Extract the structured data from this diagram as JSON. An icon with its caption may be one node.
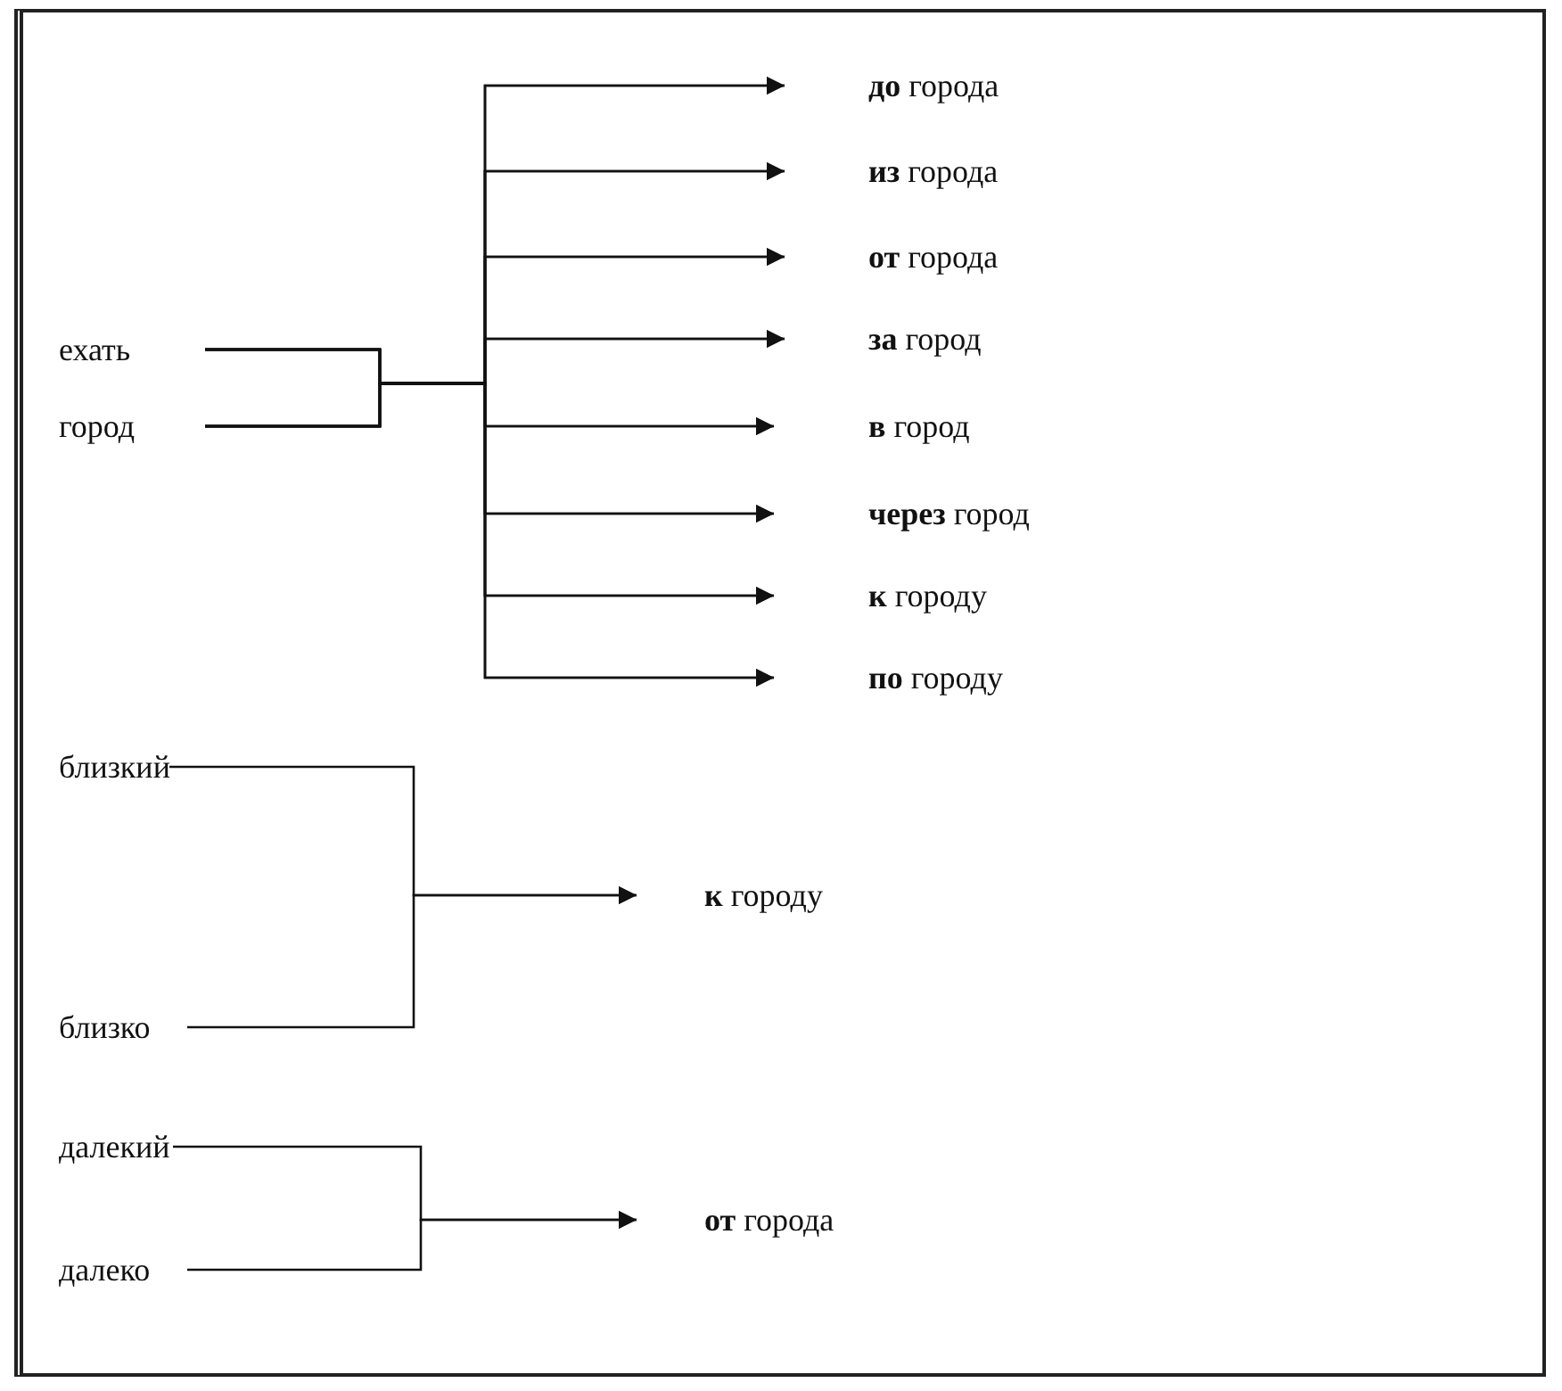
{
  "diagram": {
    "nodes": [
      {
        "text": [
          "ехать"
        ]
      },
      {
        "text": [
          "город"
        ]
      },
      {
        "text": [
          "**до** города"
        ]
      },
      {
        "text": [
          "**из** города"
        ]
      },
      {
        "text": [
          "**от** города"
        ]
      },
      {
        "text": [
          "**за** город"
        ]
      },
      {
        "text": [
          "**в** город"
        ]
      },
      {
        "text": [
          "**через** город"
        ]
      },
      {
        "text": [
          "**к** городу"
        ]
      },
      {
        "text": [
          "**по** городу"
        ]
      },
      {
        "text": [
          "близкий"
        ]
      },
      {
        "text": [
          "близко"
        ]
      },
      {
        "text": [
          "**к** городу"
        ]
      },
      {
        "text": [
          "далекий"
        ]
      },
      {
        "text": [
          "далеко"
        ]
      },
      {
        "text": [
          "**от** города"
        ]
      }
    ],
    "edges": [
      {
        "from": 0,
        "to": 2,
        "arrow": "to"
      },
      {
        "from": 0,
        "to": 3,
        "arrow": "to"
      },
      {
        "from": 0,
        "to": 4,
        "arrow": "to"
      },
      {
        "from": 0,
        "to": 5,
        "arrow": "to"
      },
      {
        "from": 0,
        "to": 6,
        "arrow": "to"
      },
      {
        "from": 0,
        "to": 7,
        "arrow": "to"
      },
      {
        "from": 0,
        "to": 8,
        "arrow": "to"
      },
      {
        "from": 0,
        "to": 9,
        "arrow": "to"
      },
      {
        "from": 1,
        "to": 2,
        "arrow": "to"
      },
      {
        "from": 1,
        "to": 3,
        "arrow": "to"
      },
      {
        "from": 1,
        "to": 4,
        "arrow": "to"
      },
      {
        "from": 1,
        "to": 5,
        "arrow": "to"
      },
      {
        "from": 1,
        "to": 6,
        "arrow": "to"
      },
      {
        "from": 1,
        "to": 7,
        "arrow": "to"
      },
      {
        "from": 1,
        "to": 8,
        "arrow": "to"
      },
      {
        "from": 1,
        "to": 9,
        "arrow": "to"
      },
      {
        "from": 10,
        "to": 12,
        "arrow": "to"
      },
      {
        "from": 11,
        "to": 12,
        "arrow": "to"
      },
      {
        "from": 13,
        "to": 15,
        "arrow": "to"
      },
      {
        "from": 14,
        "to": 15,
        "arrow": "to"
      }
    ]
  }
}
